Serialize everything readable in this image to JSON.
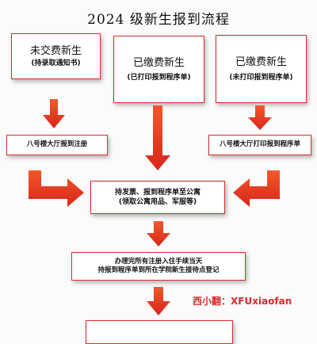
{
  "title": "2024 级新生报到流程",
  "boxes": {
    "unpaid": {
      "line1": "未交费新生",
      "line2": "(持录取通知书)"
    },
    "paid_printed": {
      "line1": "已缴费新生",
      "line2": "(已打印报到程序单)"
    },
    "paid_unprinted": {
      "line1": "已缴费新生",
      "line2": "(未打印报到程序单)"
    },
    "register_left": {
      "line1": "八号楼大厅报到注册"
    },
    "print_right": {
      "line1": "八号楼大厅打印报到程序单"
    },
    "dorm": {
      "line1": "持发票、报到程序单至公寓",
      "line2": "(领取公寓用品、军服等)"
    },
    "checkin": {
      "line1": "办理完所有注册入住手续当天",
      "line2": "持报到程序单到所在学院新生接待点登记"
    }
  },
  "watermark": "西小翻：XFUxiaofan",
  "colors": {
    "arrow": "#e8381e",
    "border": "#d72b2b"
  }
}
